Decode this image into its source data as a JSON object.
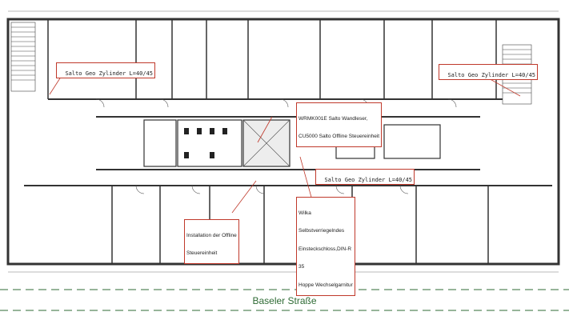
{
  "plan": {
    "street_label": "Baseler Straße",
    "callouts": {
      "cyl_left": "Salto Geo Zylinder L=40/45",
      "cyl_right": "Salto Geo Zylinder L=40/45",
      "wall_reader_line1": "WRMK001E Salto Wandleser,",
      "wall_reader_line2": "CU5000 Salto Offline Steuereinheit",
      "cyl_center": "Salto Geo Zylinder L=40/45",
      "install_line1": "Installation der Offline",
      "install_line2": "Steuereinheit",
      "lock_line1": "Wilka",
      "lock_line2": "Selbstverriegelndes",
      "lock_line3": "Einsteckschloss,DIN-R",
      "lock_line4": "35",
      "lock_line5": "Hoppe Wechselgarnitur"
    }
  },
  "colors": {
    "callout_border": "#c0392b",
    "street": "#2f6b35",
    "wall": "#333333"
  }
}
